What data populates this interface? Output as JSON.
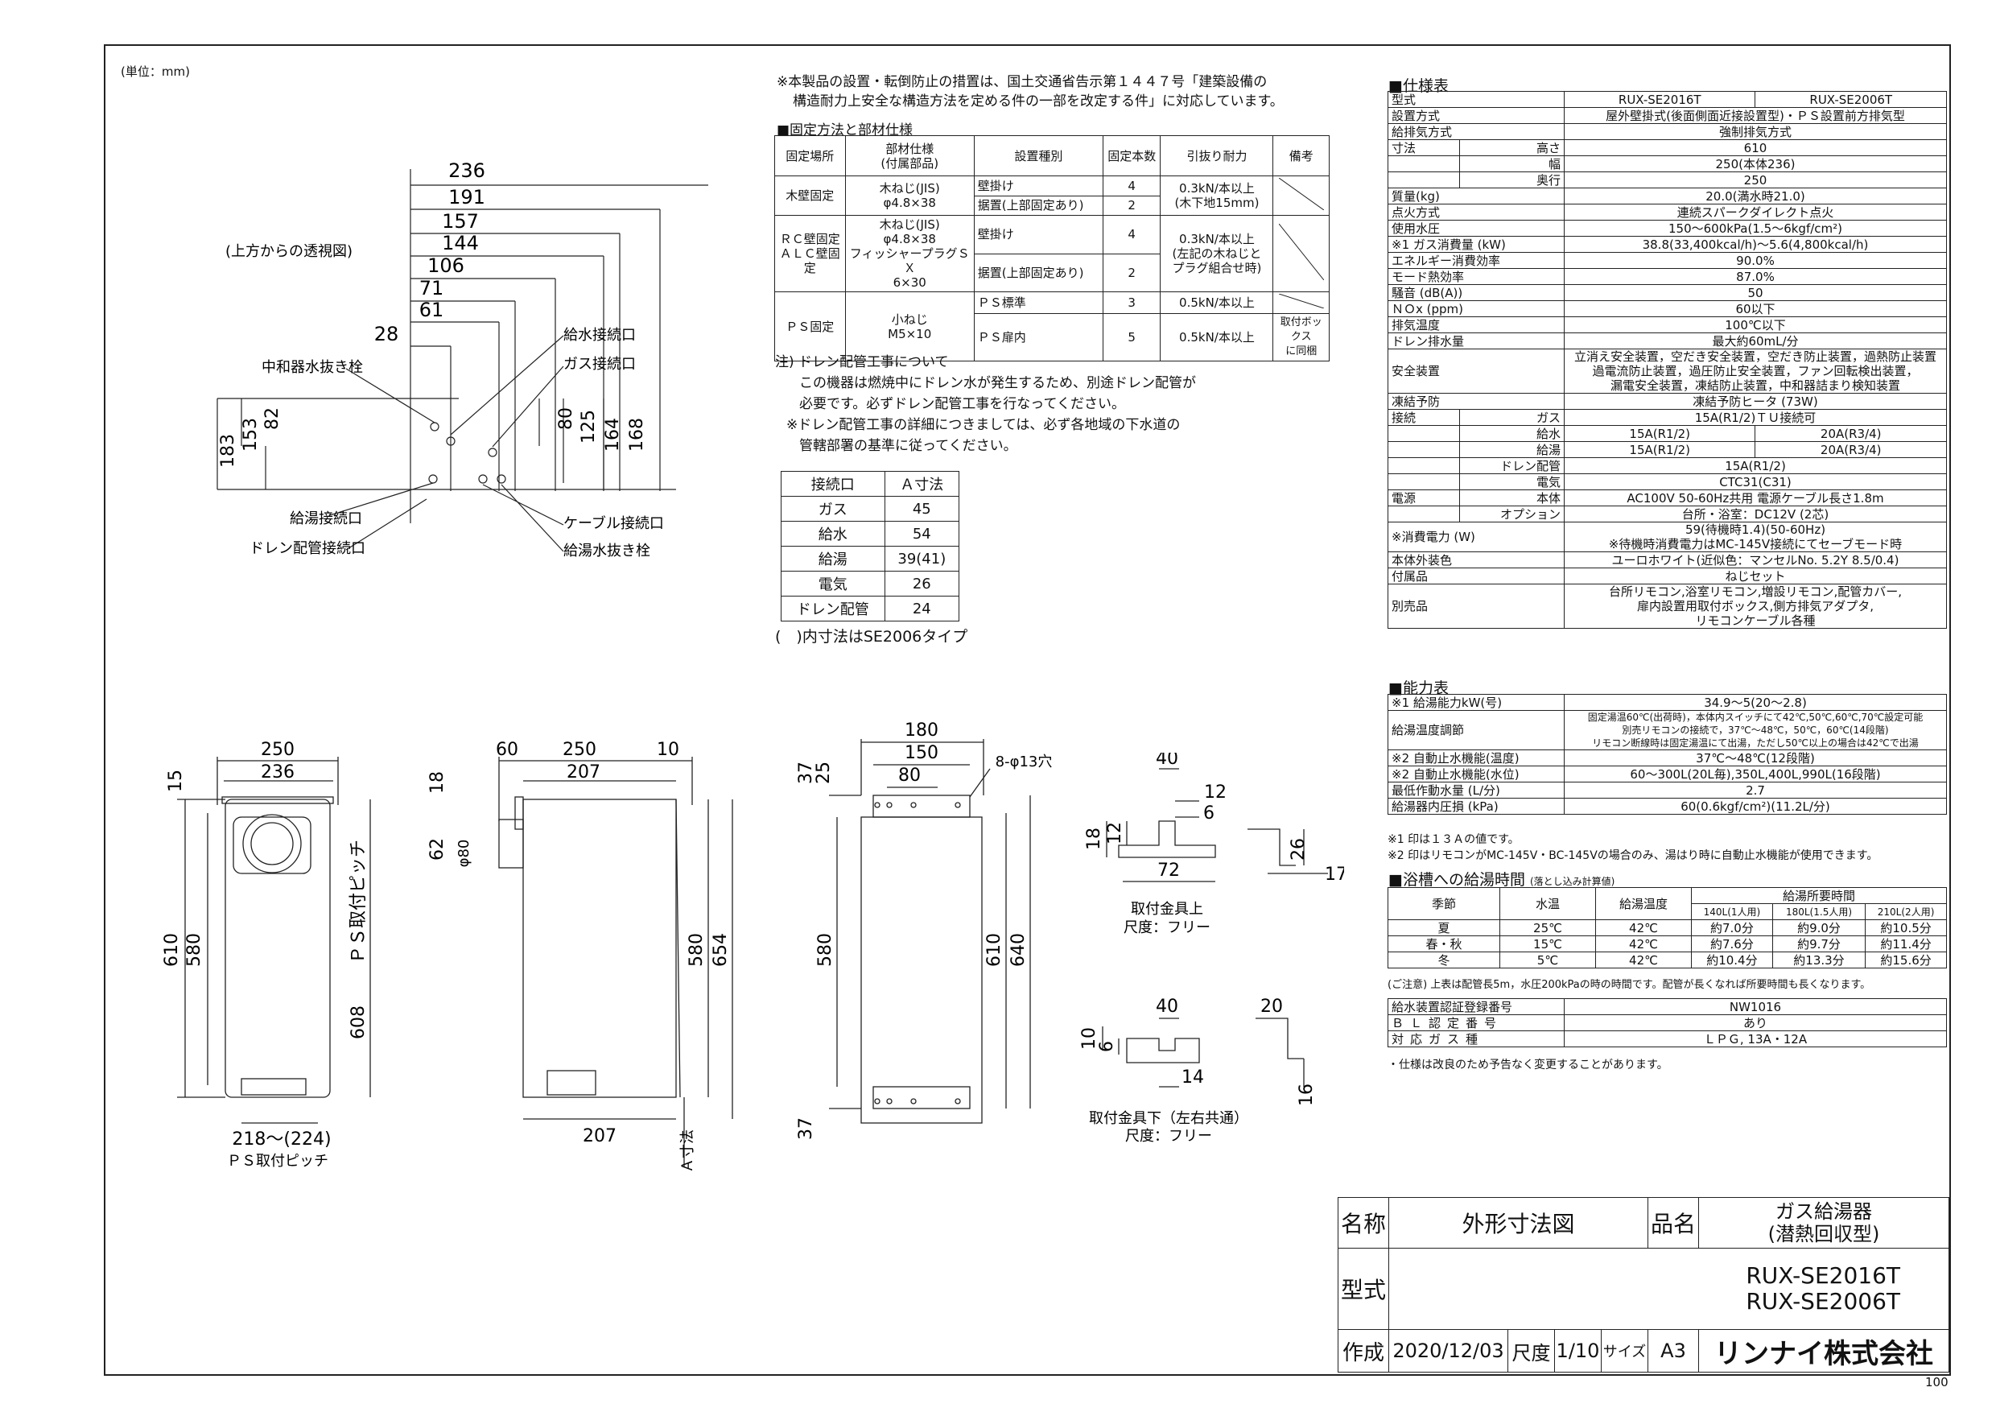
{
  "unit_note": "(単位：mm)",
  "notice": [
    "※本製品の設置・転倒防止の措置は、国土交通省告示第１４４７号「建築設備の",
    "構造耐力上安全な構造方法を定める件の一部を改定する件」に対応しています。"
  ],
  "fix_table": {
    "title": "■固定方法と部材仕様",
    "headers": [
      "固定場所",
      "部材仕様\n(付属部品)",
      "設置種別",
      "固定本数",
      "引抜り耐力",
      "備考"
    ],
    "rows": [
      [
        "木壁固定",
        "木ねじ(JIS)\nφ4.8×38",
        "壁掛け",
        "4",
        "0.3kN/本以上\n(木下地15mm)",
        ""
      ],
      [
        "",
        "",
        "据置(上部固定あり)",
        "2",
        "",
        ""
      ],
      [
        "ＲＣ壁固定\nＡＬＣ壁固定",
        "木ねじ(JIS)\nφ4.8×38\nフィッシャープラグＳＸ\n6×30",
        "壁掛け",
        "4",
        "0.3kN/本以上\n(左記の木ねじと\nプラグ組合せ時)",
        ""
      ],
      [
        "",
        "",
        "据置(上部固定あり)",
        "2",
        "",
        ""
      ],
      [
        "ＰＳ固定",
        "小ねじ\nM5×10",
        "ＰＳ標準",
        "3",
        "0.5kN/本以上",
        ""
      ],
      [
        "",
        "",
        "ＰＳ扉内",
        "5",
        "0.5kN/本以上",
        "取付ボックス\nに同梱"
      ]
    ]
  },
  "drain_note": [
    "注) ドレン配管工事について",
    "この機器は燃焼中にドレン水が発生するため、別途ドレン配管が",
    "必要です。必ずドレン配管工事を行なってください。",
    "※ドレン配管工事の詳細につきましては、必ず各地域の下水道の",
    "管轄部署の基準に従ってください。"
  ],
  "a_table": {
    "headers": [
      "接続口",
      "Ａ寸法"
    ],
    "rows": [
      [
        "ガス",
        "45"
      ],
      [
        "給水",
        "54"
      ],
      [
        "給湯",
        "39(41)"
      ],
      [
        "電気",
        "26"
      ],
      [
        "ドレン配管",
        "24"
      ]
    ],
    "note": "(　)内寸法はSE2006タイプ"
  },
  "top_view": {
    "caption": "(上方からの透視図)",
    "dims_top": [
      "236",
      "191",
      "157",
      "144",
      "106",
      "71",
      "61",
      "28"
    ],
    "dims_left": [
      "183",
      "153",
      "82"
    ],
    "dims_right": [
      "80",
      "125",
      "164",
      "168"
    ],
    "labels": [
      "中和器水抜き栓",
      "給水接続口",
      "ガス接続口",
      "給湯接続口",
      "ドレン配管接続口",
      "ケーブル接続口",
      "給湯水抜き栓"
    ]
  },
  "front_view": {
    "dims": [
      "250",
      "236",
      "15",
      "610",
      "580",
      "608",
      "ＰＳ取付ピッチ",
      "218〜(224)",
      "ＰＳ取付ピッチ"
    ]
  },
  "side_view": {
    "dims": [
      "60",
      "250",
      "10",
      "207",
      "18",
      "62",
      "φ80",
      "580",
      "654",
      "207",
      "Ａ寸法"
    ]
  },
  "back_view": {
    "dims": [
      "180",
      "150",
      "80",
      "8-φ13穴",
      "37",
      "25",
      "580",
      "610",
      "640",
      "37"
    ]
  },
  "bracket_upper": {
    "dims": [
      "40",
      "12",
      "6",
      "18",
      "12",
      "26",
      "72",
      "17"
    ],
    "caption": "取付金具上",
    "scale": "尺度：フリー"
  },
  "bracket_lower": {
    "dims": [
      "40",
      "20",
      "10",
      "6",
      "14",
      "16"
    ],
    "caption": "取付金具下（左右共通）",
    "scale": "尺度：フリー"
  },
  "spec": {
    "title": "■仕様表",
    "rows": [
      {
        "label": "型式",
        "sub": "",
        "v1": "RUX-SE2016T",
        "v2": "RUX-SE2006T"
      },
      {
        "label": "設置方式",
        "sub": "",
        "v": "屋外壁掛式(後面側面近接設置型)・ＰＳ設置前方排気型"
      },
      {
        "label": "給排気方式",
        "sub": "",
        "v": "強制排気方式"
      },
      {
        "label": "寸法",
        "sub": "高さ",
        "v": "610"
      },
      {
        "label": "",
        "sub": "幅",
        "v": "250(本体236)"
      },
      {
        "label": "",
        "sub": "奥行",
        "v": "250"
      },
      {
        "label": "質量(kg)",
        "sub": "",
        "v": "20.0(満水時21.0)"
      },
      {
        "label": "点火方式",
        "sub": "",
        "v": "連続スパークダイレクト点火"
      },
      {
        "label": "使用水圧",
        "sub": "",
        "v": "150〜600kPa(1.5〜6kgf/cm²)"
      },
      {
        "label": "※1 ガス消費量 (kW)",
        "sub": "",
        "v": "38.8(33,400kcal/h)〜5.6(4,800kcal/h)"
      },
      {
        "label": "エネルギー消費効率",
        "sub": "",
        "v": "90.0%"
      },
      {
        "label": "モード熱効率",
        "sub": "",
        "v": "87.0%"
      },
      {
        "label": "騒音 (dB(A))",
        "sub": "",
        "v": "50"
      },
      {
        "label": "ＮＯx (ppm)",
        "sub": "",
        "v": "60以下"
      },
      {
        "label": "排気温度",
        "sub": "",
        "v": "100℃以下"
      },
      {
        "label": "ドレン排水量",
        "sub": "",
        "v": "最大約60mL/分"
      },
      {
        "label": "安全装置",
        "sub": "",
        "v": "立消え安全装置，空だき安全装置，空だき防止装置，過熱防止装置\n過電流防止装置，過圧防止安全装置，ファン回転検出装置，\n漏電安全装置，凍結防止装置，中和器詰まり検知装置"
      },
      {
        "label": "凍結予防",
        "sub": "",
        "v": "凍結予防ヒータ (73W)"
      },
      {
        "label": "接続",
        "sub": "ガス",
        "v": "15A(R1/2)ＴＵ接続可"
      },
      {
        "label": "",
        "sub": "給水",
        "v1": "15A(R1/2)",
        "v2": "20A(R3/4)"
      },
      {
        "label": "",
        "sub": "給湯",
        "v1": "15A(R1/2)",
        "v2": "20A(R3/4)"
      },
      {
        "label": "",
        "sub": "ドレン配管",
        "v": "15A(R1/2)"
      },
      {
        "label": "",
        "sub": "電気",
        "v": "CTC31(C31)"
      },
      {
        "label": "電源",
        "sub": "本体",
        "v": "AC100V 50-60Hz共用 電源ケーブル長さ1.8m"
      },
      {
        "label": "",
        "sub": "オプション",
        "v": "台所・浴室：DC12V (2芯)"
      },
      {
        "label": "※消費電力 (W)",
        "sub": "",
        "v": "59(待機時1.4)(50-60Hz)\n※待機時消費電力はMC-145V接続にてセーブモード時"
      },
      {
        "label": "本体外装色",
        "sub": "",
        "v": "ユーロホワイト(近似色：マンセルNo. 5.2Y 8.5/0.4)"
      },
      {
        "label": "付属品",
        "sub": "",
        "v": "ねじセット"
      },
      {
        "label": "別売品",
        "sub": "",
        "v": "台所リモコン,浴室リモコン,増設リモコン,配管カバー,\n扉内設置用取付ボックス,側方排気アダプタ,\nリモコンケーブル各種"
      }
    ]
  },
  "capacity": {
    "title": "■能力表",
    "rows": [
      {
        "label": "※1 給湯能力kW(号)",
        "v": "34.9〜5(20〜2.8)"
      },
      {
        "label": "給湯温度調節",
        "v": "固定湯温60℃(出荷時)，本体内スイッチにて42℃,50℃,60℃,70℃設定可能\n別売リモコンの接続で，37℃〜48℃，50℃，60℃(14段階)\nリモコン断線時は固定湯温にて出湯，ただし50℃以上の場合は42℃で出湯"
      },
      {
        "label": "※2 自動止水機能(温度)",
        "v": "37℃〜48℃(12段階)"
      },
      {
        "label": "※2 自動止水機能(水位)",
        "v": "60〜300L(20L毎),350L,400L,990L(16段階)"
      },
      {
        "label": "最低作動水量 (L/分)",
        "v": "2.7"
      },
      {
        "label": "給湯器内圧損 (kPa)",
        "v": "60(0.6kgf/cm²)(11.2L/分)"
      }
    ],
    "notes": [
      "※1 印は１３Ａの値です。",
      "※2 印はリモコンがMC-145V・BC-145Vの場合のみ、湯はり時に自動止水機能が使用できます。"
    ]
  },
  "bath": {
    "title": "■浴槽への給湯時間",
    "title_sub": "(落とし込み計算値)",
    "headers": [
      "季節",
      "水温",
      "給湯温度",
      "給湯所要時間"
    ],
    "subheaders": [
      "140L(1人用)",
      "180L(1.5人用)",
      "210L(2人用)"
    ],
    "rows": [
      [
        "夏",
        "25℃",
        "42℃",
        "約7.0分",
        "約9.0分",
        "約10.5分"
      ],
      [
        "春・秋",
        "15℃",
        "42℃",
        "約7.6分",
        "約9.7分",
        "約11.4分"
      ],
      [
        "冬",
        "5℃",
        "42℃",
        "約10.4分",
        "約13.3分",
        "約15.6分"
      ]
    ],
    "note": "(ご注意) 上表は配管長5m，水圧200kPaの時の時間です。配管が長くなれば所要時間も長くなります。"
  },
  "cert": {
    "rows": [
      [
        "給水装置認証登録番号",
        "NW1016"
      ],
      [
        "ＢＬ認定番号",
        "あり"
      ],
      [
        "対応ガス種",
        "ＬＰＧ, 13A・12A"
      ]
    ],
    "note": "・仕様は改良のため予告なく変更することがあります。"
  },
  "title_block": {
    "name_label": "名称",
    "name": "外形寸法図",
    "product_label": "品名",
    "product": [
      "ガス給湯器",
      "(潜熱回収型)"
    ],
    "model_label": "型式",
    "models": [
      "RUX-SE2016T",
      "RUX-SE2006T"
    ],
    "date_label": "作成",
    "date": "2020/12/03",
    "scale_label": "尺度",
    "scale": "1/10",
    "size_label": "サイズ",
    "size": "A3",
    "company": "リンナイ株式会社"
  },
  "page_number": "100"
}
